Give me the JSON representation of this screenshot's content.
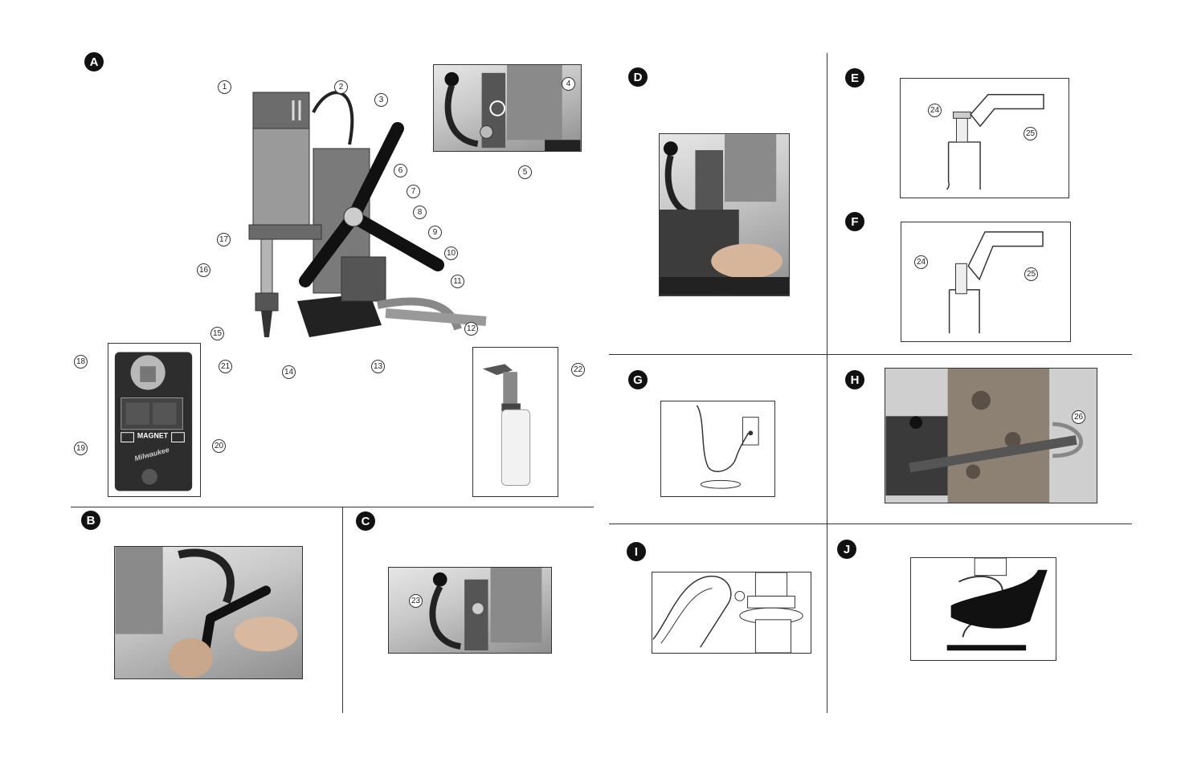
{
  "sections": {
    "A": {
      "letter": "A"
    },
    "B": {
      "letter": "B"
    },
    "C": {
      "letter": "C"
    },
    "D": {
      "letter": "D"
    },
    "E": {
      "letter": "E"
    },
    "F": {
      "letter": "F"
    },
    "G": {
      "letter": "G"
    },
    "H": {
      "letter": "H"
    },
    "I": {
      "letter": "I"
    },
    "J": {
      "letter": "J"
    }
  },
  "callouts": {
    "c1": "1",
    "c2": "2",
    "c3": "3",
    "c4": "4",
    "c5": "5",
    "c6": "6",
    "c7": "7",
    "c8": "8",
    "c9": "9",
    "c10": "10",
    "c11": "11",
    "c12": "12",
    "c13": "13",
    "c14": "14",
    "c15": "15",
    "c16": "16",
    "c17": "17",
    "c18": "18",
    "c19": "19",
    "c20": "20",
    "c21": "21",
    "c22": "22",
    "c23": "23",
    "c24e": "24",
    "c25e": "25",
    "c24f": "24",
    "c25f": "25",
    "c26": "26"
  },
  "labels": {
    "magnet": "MAGNET",
    "brand": "Milwaukee"
  }
}
